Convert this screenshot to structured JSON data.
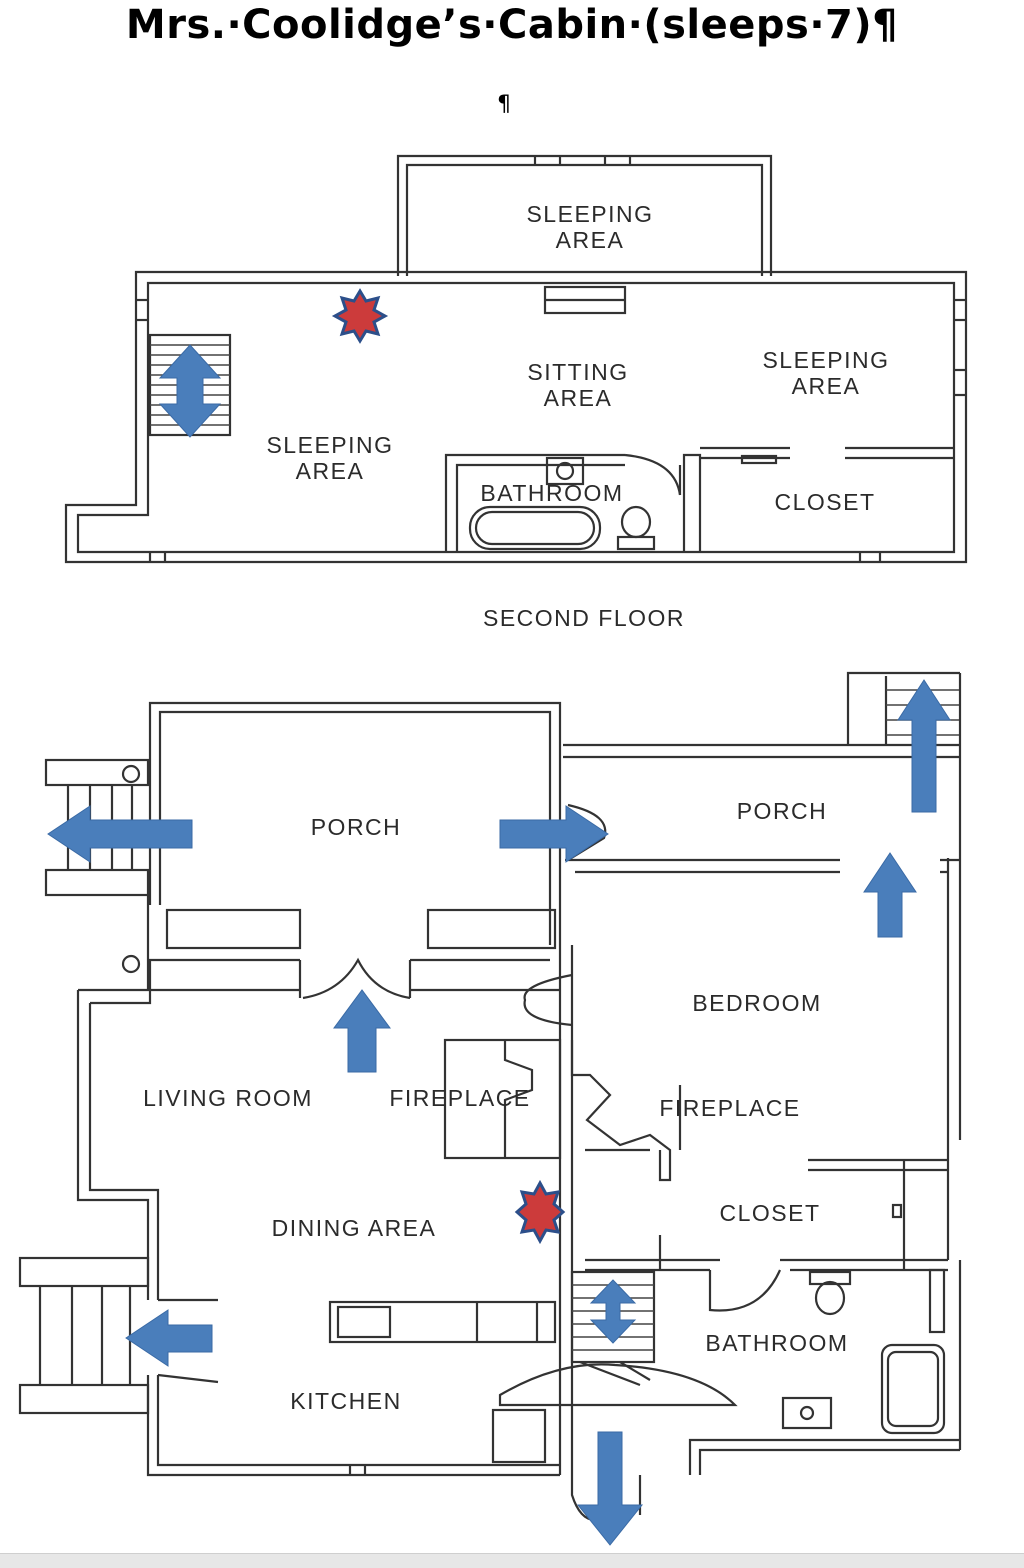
{
  "document": {
    "title": "Mrs.·Coolidge’s·Cabin·(sleeps·7)¶",
    "pilcrow": "¶"
  },
  "second_floor": {
    "caption": "SECOND FLOOR",
    "rooms": [
      {
        "line1": "SLEEPING",
        "line2": "AREA"
      },
      {
        "line1": "SITTING",
        "line2": "AREA"
      },
      {
        "line1": "SLEEPING",
        "line2": "AREA"
      },
      {
        "line1": "SLEEPING",
        "line2": "AREA"
      },
      {
        "line1": "BATHROOM"
      },
      {
        "line1": "CLOSET"
      }
    ]
  },
  "first_floor": {
    "rooms": [
      {
        "line1": "PORCH"
      },
      {
        "line1": "PORCH"
      },
      {
        "line1": "BEDROOM"
      },
      {
        "line1": "LIVING ROOM"
      },
      {
        "line1": "FIREPLACE"
      },
      {
        "line1": "FIREPLACE"
      },
      {
        "line1": "DINING AREA"
      },
      {
        "line1": "CLOSET"
      },
      {
        "line1": "BATHROOM"
      },
      {
        "line1": "KITCHEN"
      }
    ]
  },
  "markers": {
    "arrow_color": "#4a7ebb",
    "star_fill": "#cc3b3b",
    "star_outline": "#2c4f8a",
    "stair_arrow_icon": "double-arrow-icon",
    "exit_arrow_icon": "exit-arrow-icon",
    "smoke_detector_icon": "star-marker-icon"
  }
}
